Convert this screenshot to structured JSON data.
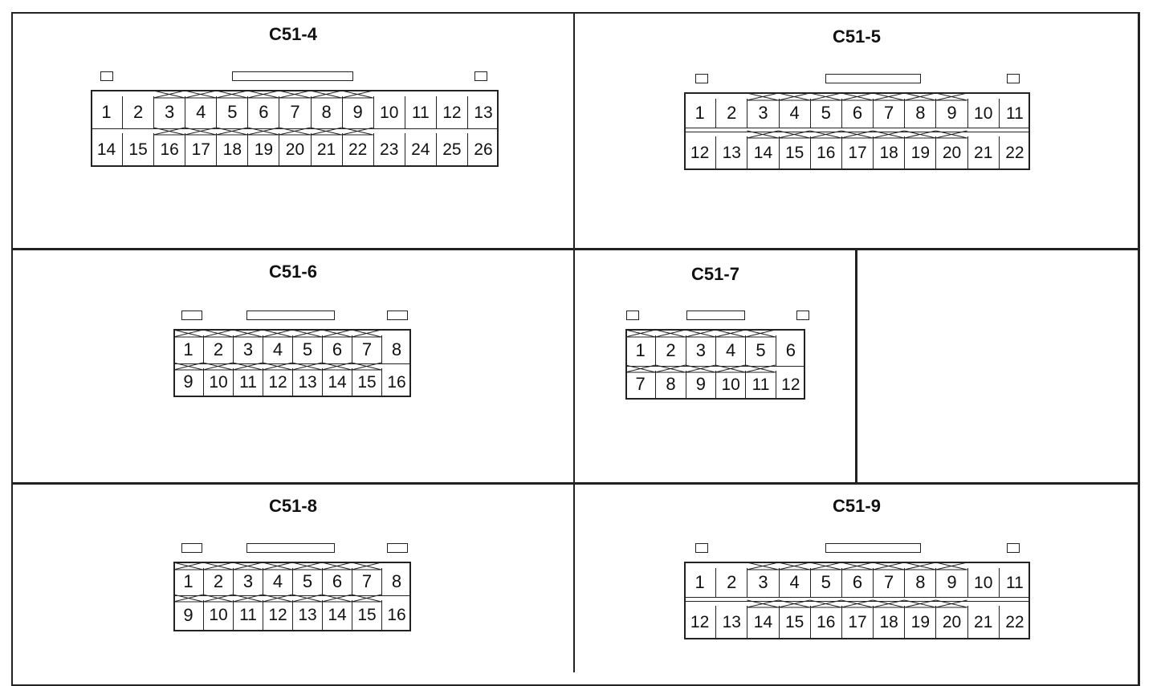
{
  "connectors": [
    {
      "id": "c51-4",
      "title": "C51-4",
      "row1": [
        "1",
        "2",
        "3",
        "4",
        "5",
        "6",
        "7",
        "8",
        "9",
        "10",
        "11",
        "12",
        "13"
      ],
      "row2": [
        "14",
        "15",
        "16",
        "17",
        "18",
        "19",
        "20",
        "21",
        "22",
        "23",
        "24",
        "25",
        "26"
      ]
    },
    {
      "id": "c51-5",
      "title": "C51-5",
      "row1": [
        "1",
        "2",
        "3",
        "4",
        "5",
        "6",
        "7",
        "8",
        "9",
        "10",
        "11"
      ],
      "row2": [
        "12",
        "13",
        "14",
        "15",
        "16",
        "17",
        "18",
        "19",
        "20",
        "21",
        "22"
      ]
    },
    {
      "id": "c51-6",
      "title": "C51-6",
      "row1": [
        "1",
        "2",
        "3",
        "4",
        "5",
        "6",
        "7",
        "8"
      ],
      "row2": [
        "9",
        "10",
        "11",
        "12",
        "13",
        "14",
        "15",
        "16"
      ]
    },
    {
      "id": "c51-7",
      "title": "C51-7",
      "row1": [
        "1",
        "2",
        "3",
        "4",
        "5",
        "6"
      ],
      "row2": [
        "7",
        "8",
        "9",
        "10",
        "11",
        "12"
      ]
    },
    {
      "id": "c51-8",
      "title": "C51-8",
      "row1": [
        "1",
        "2",
        "3",
        "4",
        "5",
        "6",
        "7",
        "8"
      ],
      "row2": [
        "9",
        "10",
        "11",
        "12",
        "13",
        "14",
        "15",
        "16"
      ]
    },
    {
      "id": "c51-9",
      "title": "C51-9",
      "row1": [
        "1",
        "2",
        "3",
        "4",
        "5",
        "6",
        "7",
        "8",
        "9",
        "10",
        "11"
      ],
      "row2": [
        "12",
        "13",
        "14",
        "15",
        "16",
        "17",
        "18",
        "19",
        "20",
        "21",
        "22"
      ]
    }
  ]
}
